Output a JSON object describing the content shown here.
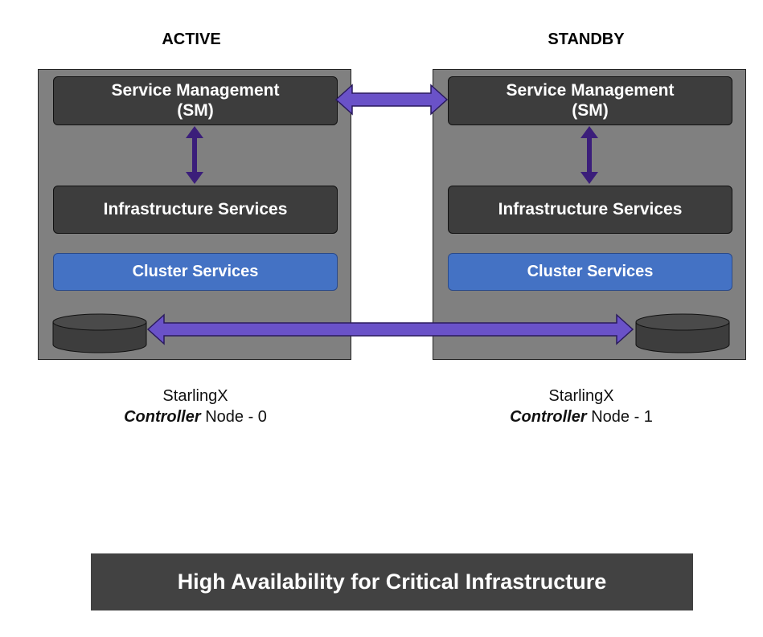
{
  "header": {
    "active_label": "ACTIVE",
    "standby_label": "STANDBY"
  },
  "nodes": [
    {
      "sm_line1": "Service Management",
      "sm_line2": "(SM)",
      "infra": "Infrastructure Services",
      "cluster": "Cluster Services",
      "caption_line1": "StarlingX",
      "caption_em": "Controller",
      "caption_rest": " Node - 0"
    },
    {
      "sm_line1": "Service Management",
      "sm_line2": "(SM)",
      "infra": "Infrastructure Services",
      "cluster": "Cluster Services",
      "caption_line1": "StarlingX",
      "caption_em": "Controller",
      "caption_rest": " Node - 1"
    }
  ],
  "footer": {
    "title": "High Availability for Critical Infrastructure"
  },
  "colors": {
    "arrow_fill": "#6a52c8",
    "arrow_dark": "#3b1e7a",
    "cluster_blue": "#4472c4"
  }
}
